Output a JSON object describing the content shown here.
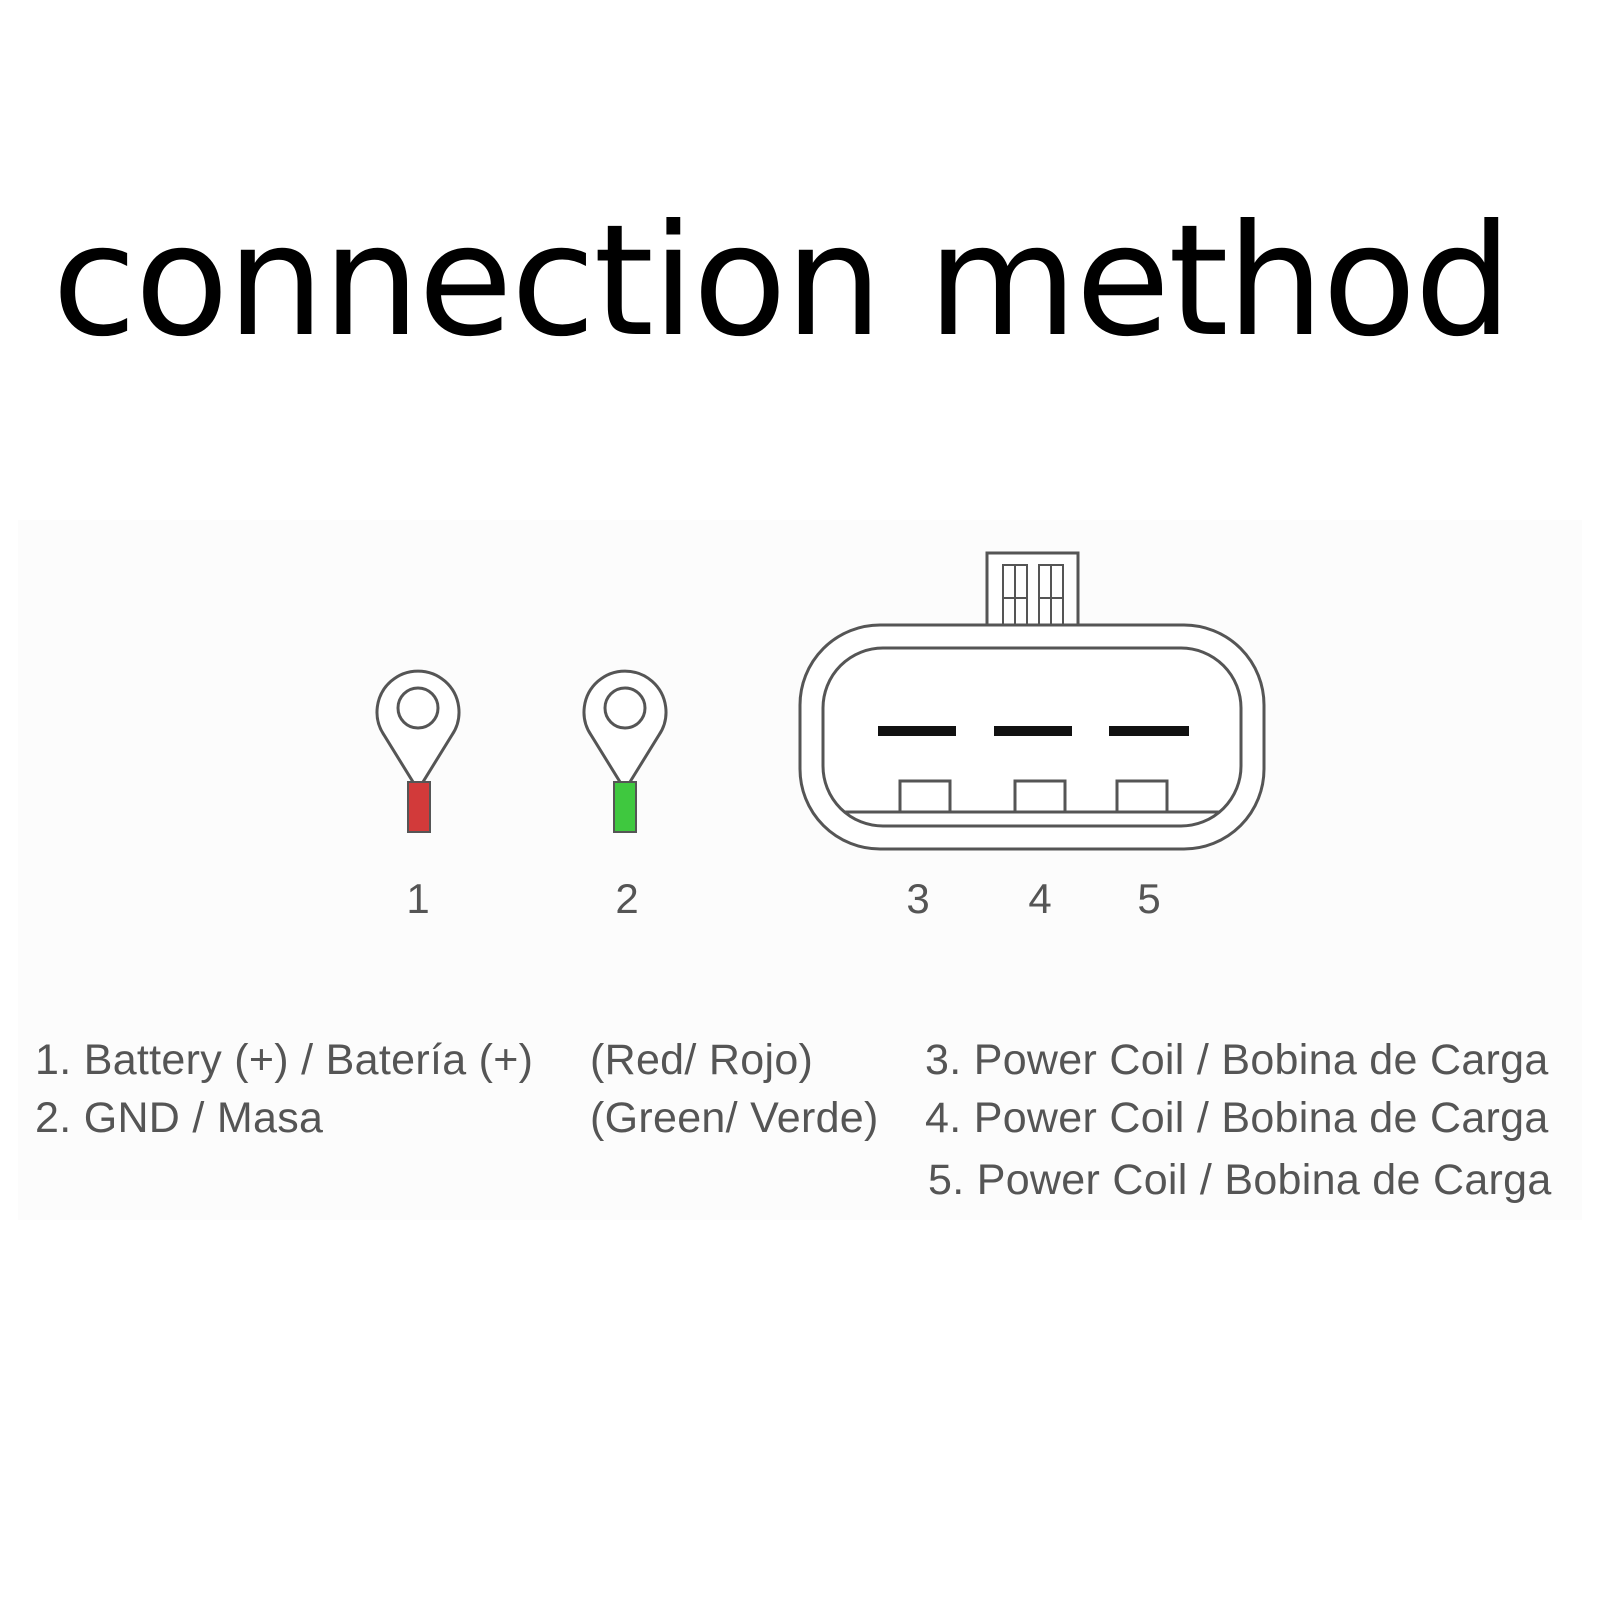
{
  "title": "connection method",
  "colors": {
    "terminal_1_wire": "#d23a3a",
    "terminal_2_wire": "#3fc83f",
    "outline": "#555555",
    "blade": "#111111"
  },
  "pins": [
    {
      "number": "1"
    },
    {
      "number": "2"
    },
    {
      "number": "3"
    },
    {
      "number": "4"
    },
    {
      "number": "5"
    }
  ],
  "legend": {
    "left": [
      "1. Battery (+) / Batería (+)",
      "2. GND / Masa"
    ],
    "colors": [
      "(Red/ Rojo)",
      "(Green/ Verde)"
    ],
    "right": [
      "3. Power Coil / Bobina de Carga",
      "4. Power Coil / Bobina de Carga",
      "5. Power Coil / Bobina de Carga"
    ]
  }
}
